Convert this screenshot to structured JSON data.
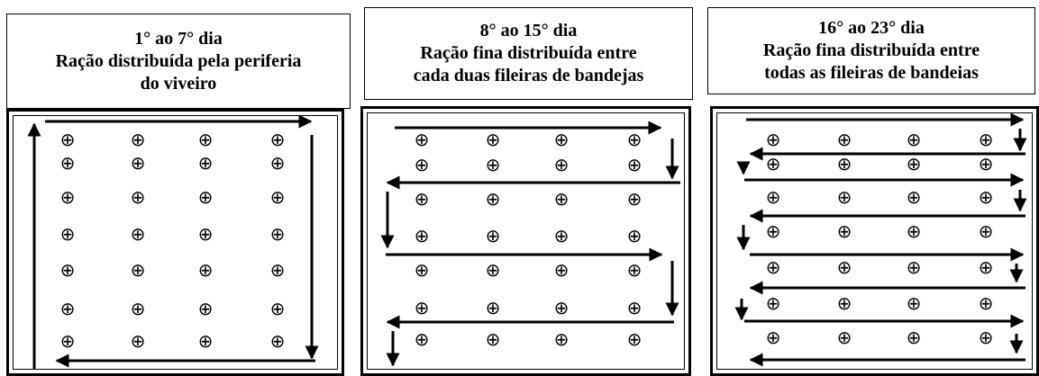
{
  "panels": [
    {
      "period": "1° ao 7° dia",
      "lines": [
        "Ração distribuída pela periferia",
        "do viveiro"
      ]
    },
    {
      "period": "8° ao 15° dia",
      "lines": [
        "Ração fina distribuída entre",
        "cada duas fileiras de bandejas"
      ]
    },
    {
      "period": "16° ao 23° dia",
      "lines": [
        "Ração fina distribuída entre",
        "todas as fileiras de bandeias"
      ]
    }
  ],
  "icons": {
    "tray": "tray-icon (⊕)",
    "arrow": "feeding-route-arrow"
  },
  "tray_symbol": "⊕"
}
